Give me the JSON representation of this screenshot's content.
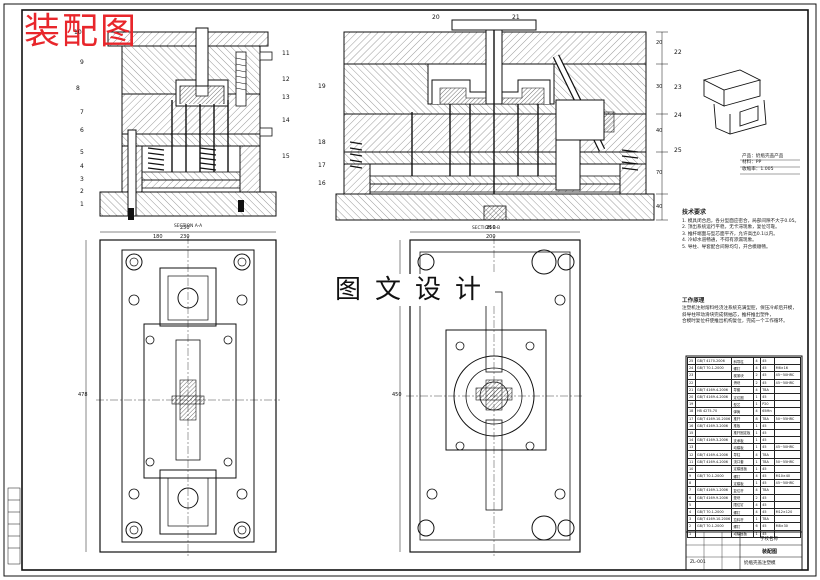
{
  "stamp": "装配图",
  "watermark": "图文设计",
  "sections": {
    "a": "SECTION A-A",
    "b": "SECTION B-B"
  },
  "callouts_left": [
    "10",
    "9",
    "8",
    "7",
    "6",
    "5",
    "4",
    "3",
    "2",
    "1"
  ],
  "callouts_left_right": [
    "11",
    "12",
    "13",
    "14",
    "15"
  ],
  "callouts_right_top": [
    "20",
    "21"
  ],
  "callouts_right_side": [
    "22",
    "23",
    "24",
    "25"
  ],
  "callouts_right_left": [
    "19",
    "18",
    "17",
    "16"
  ],
  "dims_plan_left": [
    "250",
    "230",
    "180",
    "478"
  ],
  "dims_plan_right": [
    "250",
    "200",
    "450"
  ],
  "dims_side": [
    "20",
    "30",
    "40",
    "70",
    "40"
  ],
  "product": {
    "line1": "产品：奶瓶壳盖产品",
    "line2": "材料：PP",
    "line3": "收缩率：1.005"
  },
  "notes": {
    "title": "技术要求",
    "lines": [
      "1. 模具闭合后，各分型面应密合，局部间隙不大于0.05。",
      "2. 顶出系统运行平稳，无卡滞现象，复位可靠。",
      "3. 推杆端面与型芯面平齐，允许高出0.1以内。",
      "4. 冷却水道畅通，不得有渗漏现象。",
      "5. 导柱、导套配合间隙均匀，开合模顺畅。"
    ],
    "title2": "工作原理",
    "lines2": [
      "注塑机注射熔料经浇注系统充满型腔，保压冷却后开模，",
      "斜导柱带动滑块完成侧抽芯，推杆推出塑件，",
      "合模时复位杆使推出机构复位，完成一个工作循环。"
    ]
  },
  "bom_rows": [
    [
      "25",
      "GB/T 4170-2006",
      "斜导柱",
      "4",
      "45",
      ""
    ],
    [
      "24",
      "GB/T 70.1-2000",
      "螺钉",
      "4",
      "45",
      "M6×16"
    ],
    [
      "23",
      "",
      "楔紧块",
      "2",
      "45",
      "45~50HRC"
    ],
    [
      "22",
      "",
      "滑块",
      "2",
      "45",
      "45~50HRC"
    ],
    [
      "21",
      "GB/T 4169.4-2006",
      "导套",
      "4",
      "T8A",
      ""
    ],
    [
      "20",
      "GB/T 4169.4-2006",
      "定位圈",
      "1",
      "45",
      ""
    ],
    [
      "19",
      "",
      "型芯",
      "1",
      "P20",
      ""
    ],
    [
      "18",
      "HB 4275-70",
      "弹簧",
      "4",
      "65Mn",
      ""
    ],
    [
      "17",
      "GB/T 4169.10-2006",
      "推杆",
      "8",
      "T8A",
      "50~55HRC"
    ],
    [
      "16",
      "GB/T 4169.3-2006",
      "推板",
      "1",
      "45",
      ""
    ],
    [
      "15",
      "",
      "推杆固定板",
      "1",
      "45",
      ""
    ],
    [
      "14",
      "GB/T 4169.3-2006",
      "支承板",
      "1",
      "45",
      ""
    ],
    [
      "13",
      "",
      "动模板",
      "1",
      "45",
      "45~50HRC"
    ],
    [
      "12",
      "GB/T 4169.4-2006",
      "导柱",
      "4",
      "T8A",
      ""
    ],
    [
      "11",
      "GB/T 4169.4-2006",
      "浇口套",
      "1",
      "T8A",
      "50~55HRC"
    ],
    [
      "10",
      "",
      "定模座板",
      "1",
      "45",
      ""
    ],
    [
      "9",
      "GB/T 70.1-2000",
      "螺钉",
      "4",
      "45",
      "M10×40"
    ],
    [
      "8",
      "",
      "定模板",
      "1",
      "45",
      "45~50HRC"
    ],
    [
      "7",
      "GB/T 4169.1-2006",
      "复位杆",
      "4",
      "T8A",
      ""
    ],
    [
      "6",
      "GB/T 4169.9-2006",
      "垫块",
      "2",
      "45",
      ""
    ],
    [
      "5",
      "",
      "限位钉",
      "4",
      "45",
      ""
    ],
    [
      "4",
      "GB/T 70.1-2000",
      "螺钉",
      "4",
      "45",
      "M12×120"
    ],
    [
      "3",
      "GB/T 4169.10-2006",
      "拉料杆",
      "1",
      "T8A",
      ""
    ],
    [
      "2",
      "GB/T 70.1-2000",
      "螺钉",
      "6",
      "45",
      "M8×30"
    ],
    [
      "1",
      "",
      "动模座板",
      "1",
      "45",
      ""
    ]
  ],
  "title_block": {
    "school": "学校名称",
    "drawing": "装配图",
    "name": "奶瓶壳盖注塑模",
    "code": "ZL-001"
  }
}
